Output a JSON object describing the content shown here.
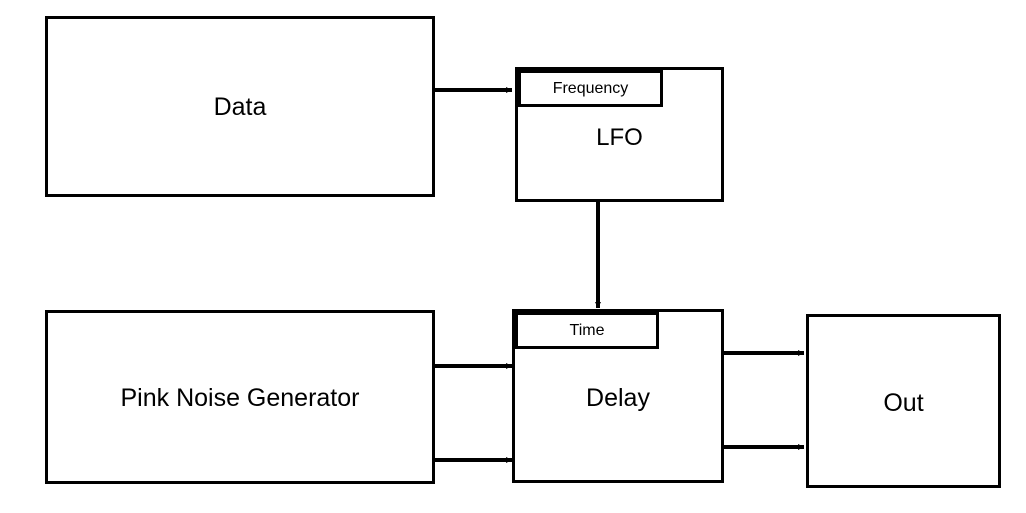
{
  "blocks": {
    "data": {
      "label": "Data"
    },
    "lfo": {
      "label": "LFO",
      "param": "Frequency"
    },
    "noise": {
      "label": "Pink Noise Generator"
    },
    "delay": {
      "label": "Delay",
      "param": "Time"
    },
    "out": {
      "label": "Out"
    }
  },
  "connections": [
    {
      "from": "data",
      "to": "lfo"
    },
    {
      "from": "lfo",
      "to": "delay"
    },
    {
      "from": "noise",
      "to": "delay"
    },
    {
      "from": "noise",
      "to": "delay"
    },
    {
      "from": "delay",
      "to": "out"
    },
    {
      "from": "delay",
      "to": "out"
    }
  ],
  "colors": {
    "stroke": "#000000",
    "background": "#ffffff"
  }
}
